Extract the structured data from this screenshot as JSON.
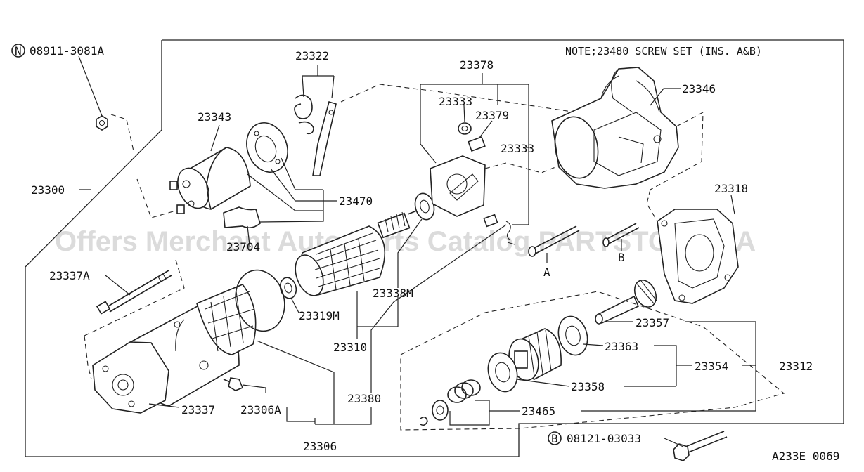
{
  "diagram": {
    "note": "NOTE;23480 SCREW SET (INS. A&B)",
    "drawing_code": "A233E 0069",
    "watermark": "Offers Merchant Auto Parts Catalog PARTSTORE.SA",
    "circle_n": "N",
    "circle_b": "B",
    "labels": {
      "p08911": "08911-3081A",
      "p08121": "08121-03033",
      "p23322": "23322",
      "p23378": "23378",
      "p23346": "23346",
      "p23343": "23343",
      "p23333a": "23333",
      "p23379": "23379",
      "p23333b": "23333",
      "p23300": "23300",
      "p23470": "23470",
      "p23318": "23318",
      "p23704": "23704",
      "p23337a": "23337A",
      "p23338m": "23338M",
      "p23319m": "23319M",
      "p23310": "23310",
      "p23357": "23357",
      "p23363": "23363",
      "p23354": "23354",
      "p23312": "23312",
      "p23358": "23358",
      "p23380": "23380",
      "p23465": "23465",
      "p23337": "23337",
      "p23306a": "23306A",
      "p23306": "23306",
      "ptA": "A",
      "ptB": "B"
    }
  }
}
